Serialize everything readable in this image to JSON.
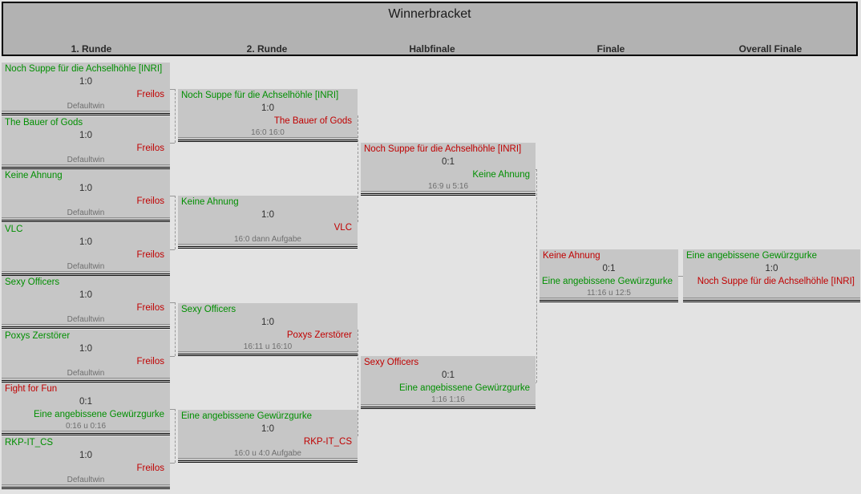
{
  "title": "Winnerbracket",
  "columns": [
    {
      "label": "1. Runde"
    },
    {
      "label": "2. Runde"
    },
    {
      "label": "Halbfinale"
    },
    {
      "label": "Finale"
    },
    {
      "label": "Overall Finale"
    }
  ],
  "colors": {
    "winner_green": "#008f00",
    "loser_red": "#c00000",
    "box_bg": "#c6c6c6",
    "header_bg": "#b2b2b2",
    "page_bg": "#e3e3e3"
  },
  "rounds": [
    {
      "name": "1. Runde",
      "matches": [
        {
          "top": {
            "name": "Noch Suppe für die Achselhöhle [INRI]",
            "result": "winner"
          },
          "score": "1:0",
          "bottom": {
            "name": "Freilos",
            "result": "loser"
          },
          "note": "Defaultwin"
        },
        {
          "top": {
            "name": "The Bauer of Gods",
            "result": "winner"
          },
          "score": "1:0",
          "bottom": {
            "name": "Freilos",
            "result": "loser"
          },
          "note": "Defaultwin"
        },
        {
          "top": {
            "name": "Keine Ahnung",
            "result": "winner"
          },
          "score": "1:0",
          "bottom": {
            "name": "Freilos",
            "result": "loser"
          },
          "note": "Defaultwin"
        },
        {
          "top": {
            "name": "VLC",
            "result": "winner"
          },
          "score": "1:0",
          "bottom": {
            "name": "Freilos",
            "result": "loser"
          },
          "note": "Defaultwin"
        },
        {
          "top": {
            "name": "Sexy Officers",
            "result": "winner"
          },
          "score": "1:0",
          "bottom": {
            "name": "Freilos",
            "result": "loser"
          },
          "note": "Defaultwin"
        },
        {
          "top": {
            "name": "Poxys Zerstörer",
            "result": "winner"
          },
          "score": "1:0",
          "bottom": {
            "name": "Freilos",
            "result": "loser"
          },
          "note": "Defaultwin"
        },
        {
          "top": {
            "name": "Fight for Fun",
            "result": "loser"
          },
          "score": "0:1",
          "bottom": {
            "name": "Eine angebissene Gewürzgurke",
            "result": "winner"
          },
          "note": "0:16 u 0:16"
        },
        {
          "top": {
            "name": "RKP-IT_CS",
            "result": "winner"
          },
          "score": "1:0",
          "bottom": {
            "name": "Freilos",
            "result": "loser"
          },
          "note": "Defaultwin"
        }
      ]
    },
    {
      "name": "2. Runde",
      "matches": [
        {
          "top": {
            "name": "Noch Suppe für die Achselhöhle [INRI]",
            "result": "winner"
          },
          "score": "1:0",
          "bottom": {
            "name": "The Bauer of Gods",
            "result": "loser"
          },
          "note": "16:0 16:0"
        },
        {
          "top": {
            "name": "Keine Ahnung",
            "result": "winner"
          },
          "score": "1:0",
          "bottom": {
            "name": "VLC",
            "result": "loser"
          },
          "note": "16:0 dann Aufgabe"
        },
        {
          "top": {
            "name": "Sexy Officers",
            "result": "winner"
          },
          "score": "1:0",
          "bottom": {
            "name": "Poxys Zerstörer",
            "result": "loser"
          },
          "note": "16:11 u 16:10"
        },
        {
          "top": {
            "name": "Eine angebissene Gewürzgurke",
            "result": "winner"
          },
          "score": "1:0",
          "bottom": {
            "name": "RKP-IT_CS",
            "result": "loser"
          },
          "note": "16:0 u 4:0 Aufgabe"
        }
      ]
    },
    {
      "name": "Halbfinale",
      "matches": [
        {
          "top": {
            "name": "Noch Suppe für die Achselhöhle [INRI]",
            "result": "loser"
          },
          "score": "0:1",
          "bottom": {
            "name": "Keine Ahnung",
            "result": "winner"
          },
          "note": "16:9 u 5:16"
        },
        {
          "top": {
            "name": "Sexy Officers",
            "result": "loser"
          },
          "score": "0:1",
          "bottom": {
            "name": "Eine angebissene Gewürzgurke",
            "result": "winner"
          },
          "note": "1:16 1:16"
        }
      ]
    },
    {
      "name": "Finale",
      "matches": [
        {
          "top": {
            "name": "Keine Ahnung",
            "result": "loser"
          },
          "score": "0:1",
          "bottom": {
            "name": "Eine angebissene Gewürzgurke",
            "result": "winner"
          },
          "note": "11:16 u 12:5"
        }
      ]
    },
    {
      "name": "Overall Finale",
      "matches": [
        {
          "top": {
            "name": "Eine angebissene Gewürzgurke",
            "result": "winner"
          },
          "score": "1:0",
          "bottom": {
            "name": "Noch Suppe für die Achselhöhle [INRI]",
            "result": "loser"
          },
          "note": ""
        }
      ]
    }
  ]
}
